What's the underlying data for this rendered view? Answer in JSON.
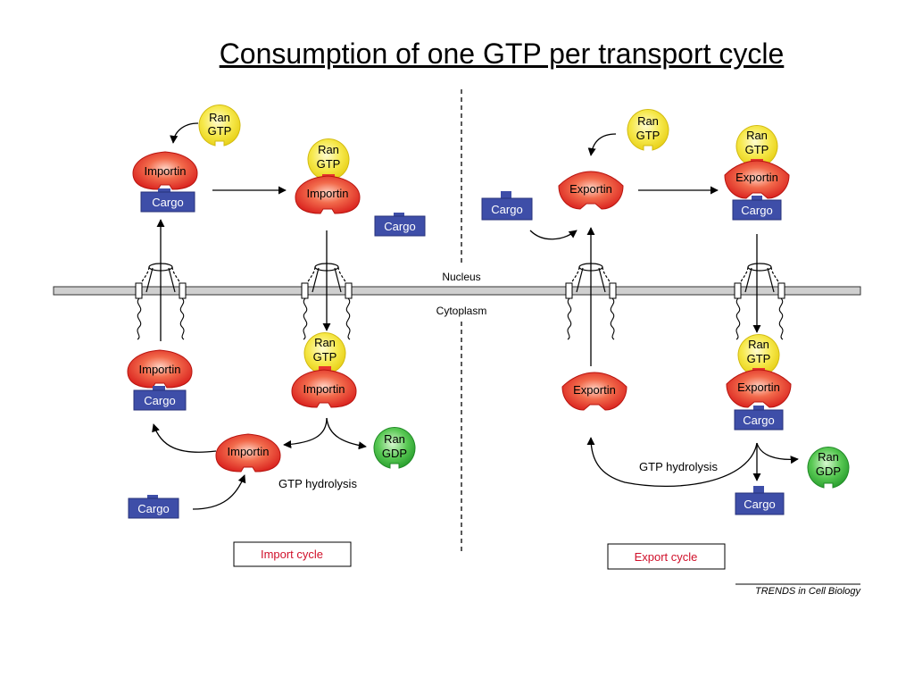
{
  "title": "Consumption of one GTP per transport cycle",
  "compartments": {
    "nucleus": "Nucleus",
    "cytoplasm": "Cytoplasm"
  },
  "molecules": {
    "ran": "Ran",
    "gtp": "GTP",
    "gdp": "GDP",
    "importin": "Importin",
    "exportin": "Exportin",
    "cargo": "Cargo"
  },
  "annotations": {
    "gtp_hydrolysis": "GTP hydrolysis"
  },
  "cycles": {
    "import": "Import cycle",
    "export": "Export cycle"
  },
  "source": "TRENDS in Cell Biology",
  "colors": {
    "importin": "#e8342e",
    "ran_gtp": "#f2e21d",
    "ran_gdp": "#3fb63f",
    "cargo": "#3e4ea8",
    "membrane": "#c9c9c9",
    "cycle_label": "#d0102a"
  }
}
